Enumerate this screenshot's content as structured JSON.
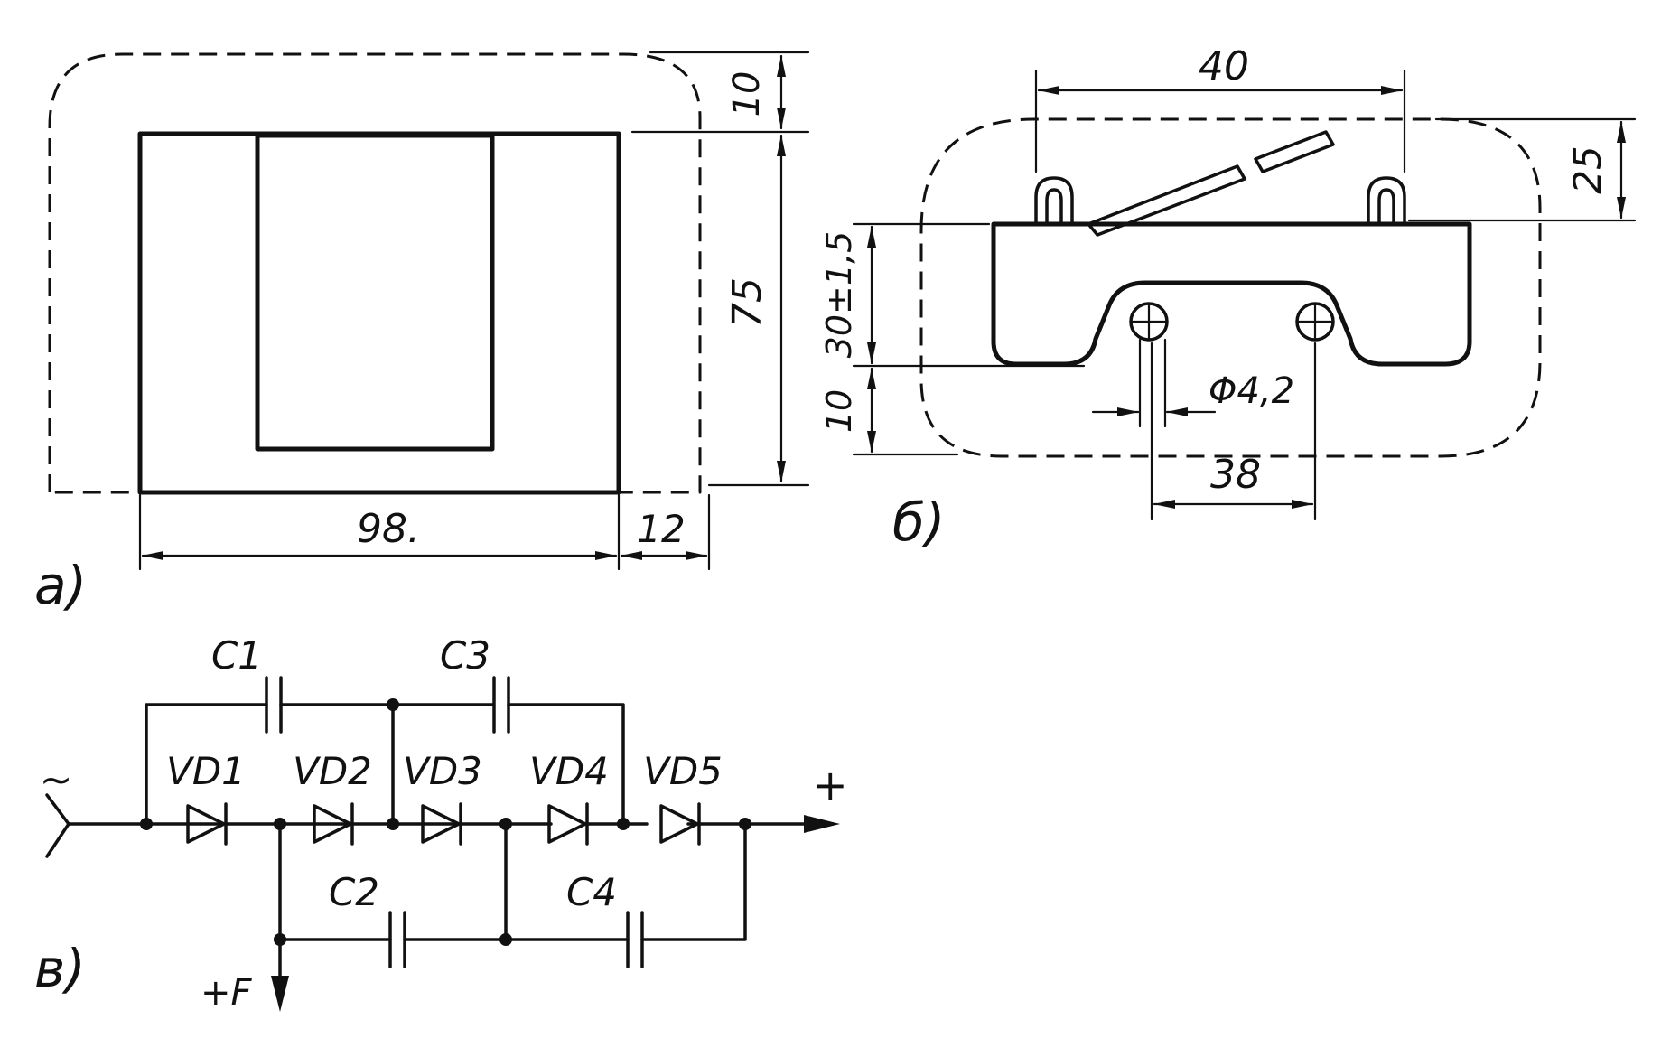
{
  "figure": {
    "part_a": {
      "label": "a)",
      "dimensions": {
        "top_clearance": "10",
        "height": "75",
        "width": "98.",
        "side_clearance": "12"
      }
    },
    "part_b": {
      "label": "б)",
      "dimensions": {
        "terminal_spacing": "40",
        "lead_height": "25",
        "body_height": "30±1,5",
        "bottom_clearance": "10",
        "hole_diameter": "Φ4,2",
        "hole_spacing": "38"
      }
    },
    "part_c": {
      "label": "в)",
      "input_symbol": "~",
      "output_plus": "+",
      "output_focus": "+F",
      "capacitors": [
        "C1",
        "C2",
        "C3",
        "C4"
      ],
      "diodes": [
        "VD1",
        "VD2",
        "VD3",
        "VD4",
        "VD5"
      ]
    }
  }
}
